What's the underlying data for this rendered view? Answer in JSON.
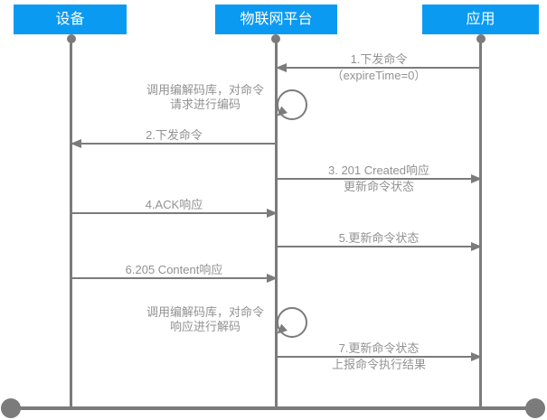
{
  "colors": {
    "header_bg": "#0b9af2",
    "header_text": "#ffffff",
    "line": "#7b7b7b",
    "label_text": "#929292"
  },
  "diagram": {
    "actors": [
      {
        "name": "设备"
      },
      {
        "name": "物联网平台"
      },
      {
        "name": "应用"
      }
    ],
    "messages": [
      {
        "label": "1.下发命令",
        "sublabel": "（expireTime=0）",
        "from": "应用",
        "to": "物联网平台"
      },
      {
        "label": "2.下发命令",
        "from": "物联网平台",
        "to": "设备"
      },
      {
        "label": "3. 201 Created响应",
        "sublabel": "更新命令状态",
        "from": "物联网平台",
        "to": "应用"
      },
      {
        "label": "4.ACK响应",
        "from": "设备",
        "to": "物联网平台"
      },
      {
        "label": "5.更新命令状态",
        "from": "物联网平台",
        "to": "应用"
      },
      {
        "label": "6.205 Content响应",
        "from": "设备",
        "to": "物联网平台"
      },
      {
        "label": "7.更新命令状态",
        "sublabel": "上报命令执行结果",
        "from": "物联网平台",
        "to": "应用"
      }
    ],
    "self_loops": [
      {
        "line1": "调用编解码库，对命令",
        "line2": "请求进行编码",
        "actor": "物联网平台"
      },
      {
        "line1": "调用编解码库，对命令",
        "line2": "响应进行解码",
        "actor": "物联网平台"
      }
    ]
  }
}
